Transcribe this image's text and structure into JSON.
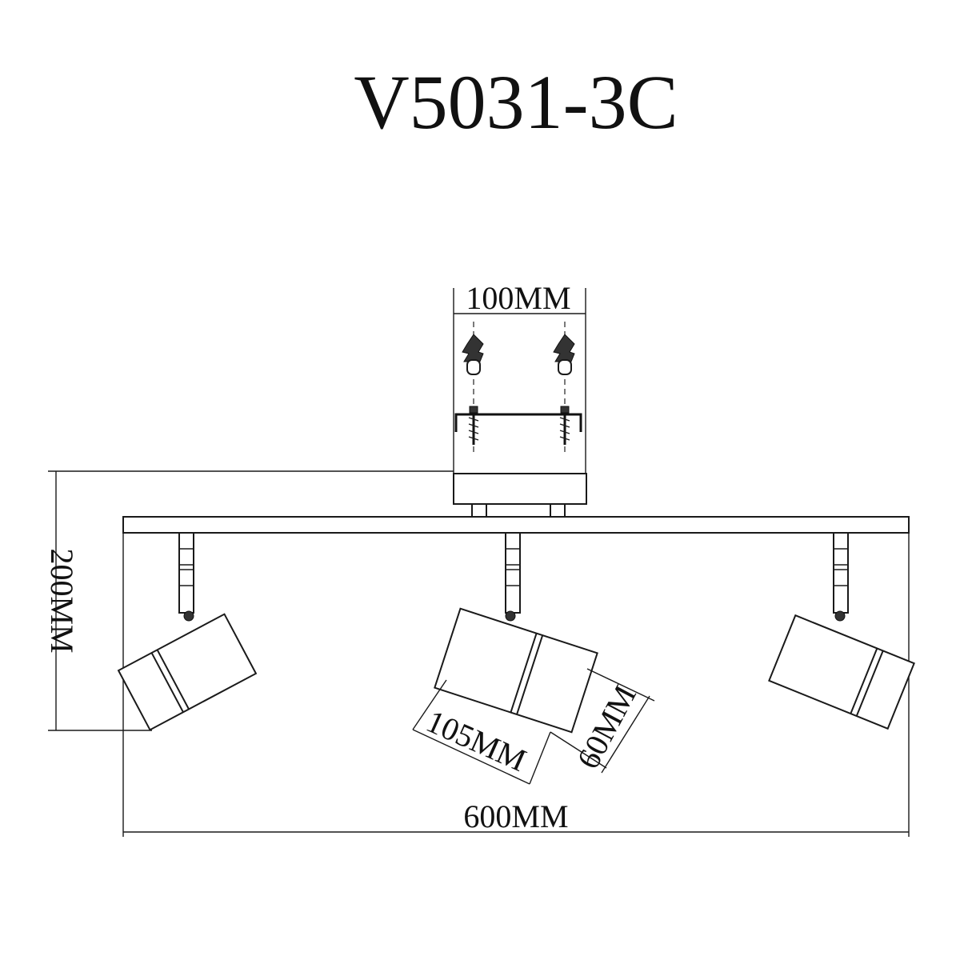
{
  "model_code": "V5031-3C",
  "dimensions": {
    "mount_width": "100MM",
    "total_height": "200MM",
    "total_width": "600MM",
    "shade_length": "105MM",
    "shade_diameter": "60MM"
  }
}
